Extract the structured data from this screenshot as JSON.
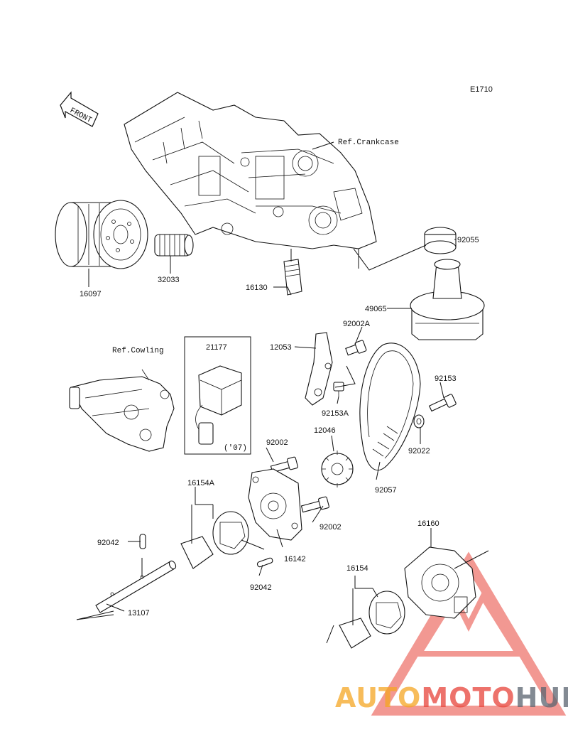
{
  "diagram_code": "E1710",
  "front_label": "FRONT",
  "refs": {
    "crankcase": "Ref.Crankcase",
    "cowling": "Ref.Cowling"
  },
  "year_note": "('07)",
  "parts": {
    "p92055": "92055",
    "p16097": "16097",
    "p32033": "32033",
    "p16130": "16130",
    "p49065": "49065",
    "p21177": "21177",
    "p92002A": "92002A",
    "p12053": "12053",
    "p92153": "92153",
    "p92153A": "92153A",
    "p12046": "12046",
    "p92002_top": "92002",
    "p92022": "92022",
    "p92057": "92057",
    "p16154A": "16154A",
    "p92002_bottom": "92002",
    "p92042_top": "92042",
    "p16142": "16142",
    "p16160": "16160",
    "p92042_bottom": "92042",
    "p16154": "16154",
    "p13107": "13107"
  },
  "watermark": {
    "part1": "AUTO",
    "part2": "MOTO",
    "part3": "HUB",
    "color1": "#f5a623",
    "color2": "#e8443a",
    "color3": "#5a6470"
  }
}
